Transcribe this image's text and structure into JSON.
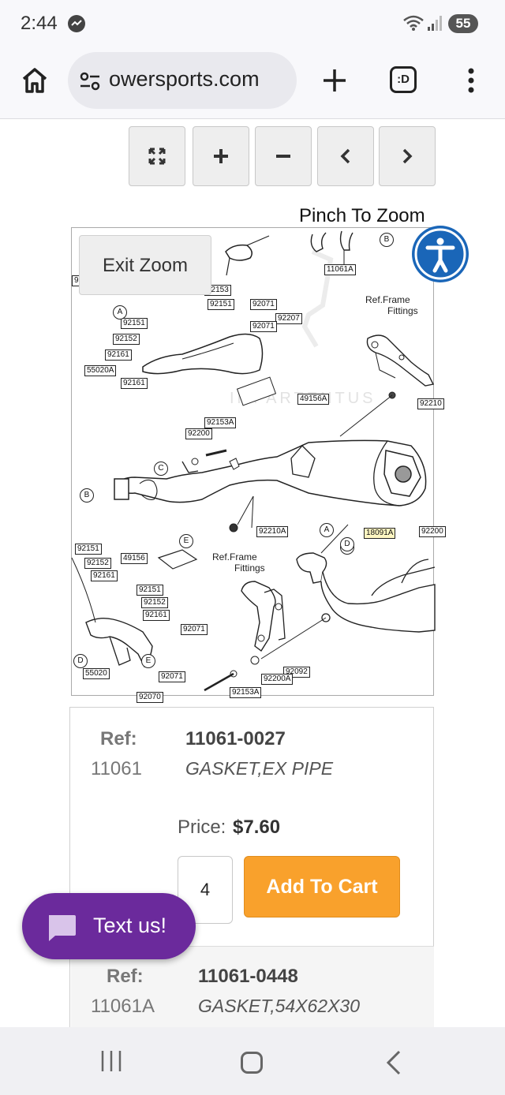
{
  "status_bar": {
    "time": "2:44",
    "battery": "55"
  },
  "browser": {
    "url": "owersports.com",
    "tab_icon_label": ":D"
  },
  "zoom_controls": {
    "pinch_label": "Pinch To Zoom",
    "exit_zoom_label": "Exit Zoom"
  },
  "diagram": {
    "watermark": "IMPARTENTUS",
    "annotations": [
      "Ref.Frame",
      "Fittings",
      "Ref.Frame",
      "Fittings"
    ],
    "callouts": [
      "A",
      "B",
      "C",
      "D",
      "E",
      "A",
      "D",
      "E",
      "D",
      "B"
    ],
    "part_labels": [
      "11061A",
      "92153",
      "92151",
      "92071",
      "92151",
      "92161",
      "92207",
      "92152",
      "92071",
      "92161",
      "55020A",
      "49156A",
      "92153A",
      "92200",
      "92210A",
      "18091A",
      "92151",
      "92152",
      "92161",
      "49156",
      "92151",
      "92152",
      "92161",
      "92071",
      "55020",
      "92071",
      "92092",
      "92200A",
      "92153A",
      "92070",
      "92210",
      "92200",
      "92153"
    ]
  },
  "products": [
    {
      "ref_label": "Ref:",
      "ref": "11061",
      "part_no": "11061-0027",
      "desc": "GASKET,EX PIPE",
      "price_label": "Price:",
      "price": "$7.60",
      "qty": "4",
      "add_label": "Add To Cart"
    },
    {
      "ref_label": "Ref:",
      "ref": "11061A",
      "part_no": "11061-0448",
      "desc": "GASKET,54X62X30"
    }
  ],
  "chat_widget": {
    "label": "Text us!"
  },
  "colors": {
    "accent_orange": "#f9a12c",
    "chat_purple": "#6b2a9c",
    "accessibility_blue": "#1a66b8"
  }
}
